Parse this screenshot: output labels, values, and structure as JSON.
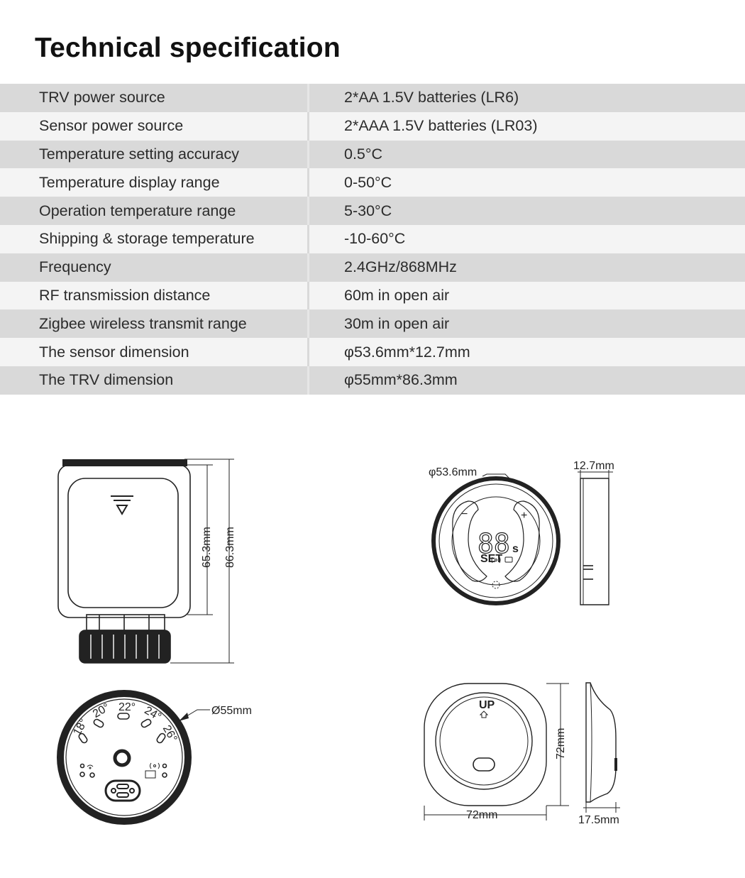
{
  "title": "Technical specification",
  "specs": [
    {
      "label": "TRV power source",
      "value": "2*AA 1.5V batteries (LR6)"
    },
    {
      "label": "Sensor power source",
      "value": "2*AAA 1.5V batteries (LR03)"
    },
    {
      "label": "Temperature setting accuracy",
      "value": "0.5°C"
    },
    {
      "label": "Temperature display range",
      "value": "0-50°C"
    },
    {
      "label": "Operation temperature range",
      "value": "5-30°C"
    },
    {
      "label": "Shipping & storage temperature",
      "value": "-10-60°C"
    },
    {
      "label": "Frequency",
      "value": "2.4GHz/868MHz"
    },
    {
      "label": "RF transmission distance",
      "value": "60m in open air"
    },
    {
      "label": "Zigbee wireless transmit range",
      "value": "30m in open air"
    },
    {
      "label": "The sensor dimension",
      "value": "φ53.6mm*12.7mm"
    },
    {
      "label": "The TRV dimension",
      "value": "φ55mm*86.3mm"
    }
  ],
  "drawings": {
    "trv_side": {
      "inner_height": "65.3mm",
      "total_height": "86.3mm"
    },
    "trv_front": {
      "diameter": "Ø55mm",
      "dial_marks": [
        "18°",
        "20°",
        "22°",
        "24°",
        "26°"
      ]
    },
    "sensor_front": {
      "diameter": "φ53.6mm",
      "display_digits": "88",
      "display_unit": "s",
      "minus": "−",
      "plus": "+",
      "set_label": "SET"
    },
    "sensor_side": {
      "thickness": "12.7mm"
    },
    "bracket_front": {
      "width": "72mm",
      "height": "72mm",
      "up_label": "UP"
    },
    "bracket_side": {
      "depth": "17.5mm"
    }
  }
}
